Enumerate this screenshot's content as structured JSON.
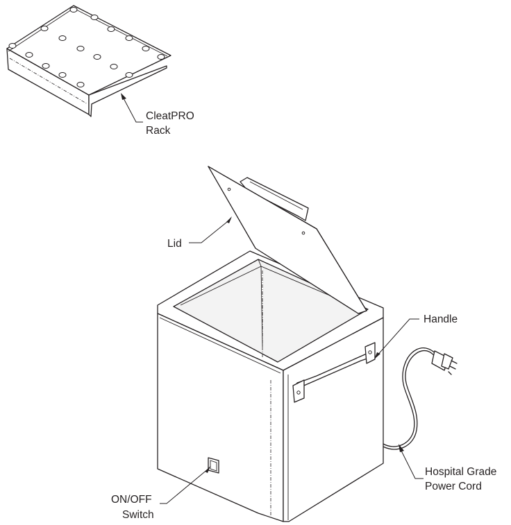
{
  "callouts": {
    "rack": {
      "line1": "CleatPRO",
      "line2": "Rack"
    },
    "lid": {
      "text": "Lid"
    },
    "handle": {
      "text": "Handle"
    },
    "cord": {
      "line1": "Hospital Grade",
      "line2": "Power Cord"
    },
    "switch": {
      "line1": "ON/OFF",
      "line2": "Switch"
    }
  },
  "colors": {
    "line": "#231f20",
    "background": "#ffffff"
  }
}
